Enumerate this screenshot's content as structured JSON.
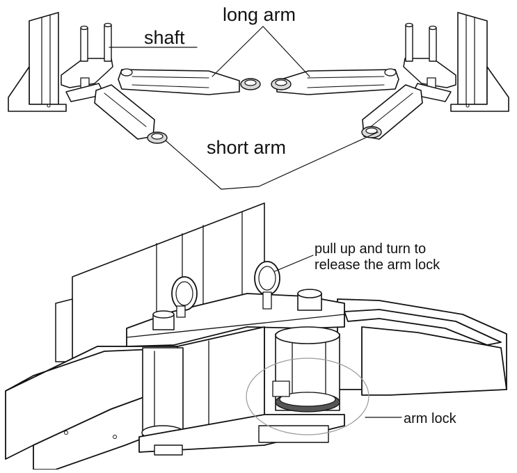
{
  "labels": {
    "long_arm": "long arm",
    "shaft": "shaft",
    "short_arm": "short arm",
    "release_line1": "pull up and turn to",
    "release_line2": "release the arm lock",
    "arm_lock": "arm lock"
  }
}
